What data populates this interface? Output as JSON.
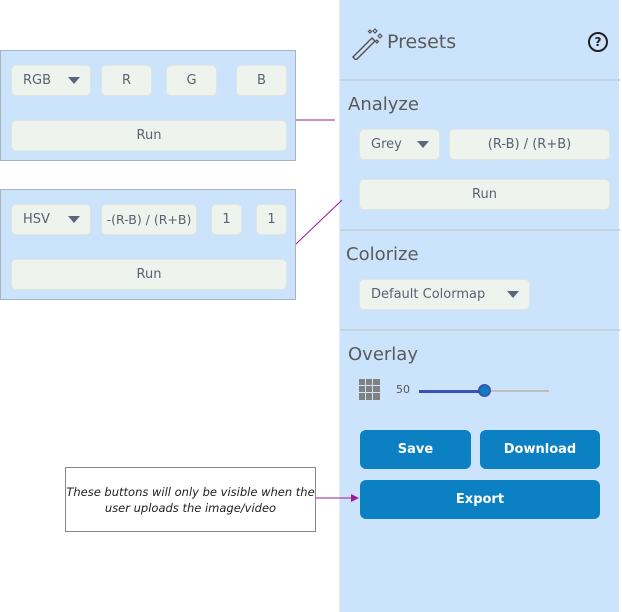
{
  "presets": {
    "title": "Presets",
    "help_icon": "question-circle-icon",
    "wand_icon": "magic-wand-icon"
  },
  "analyze": {
    "title": "Analyze",
    "mode": "Grey",
    "formula": "(R-B) / (R+B)",
    "run": "Run"
  },
  "colorize": {
    "title": "Colorize",
    "colormap": "Default Colormap"
  },
  "overlay": {
    "title": "Overlay",
    "value": "50",
    "slider_percent": 50,
    "grid_icon": "grid-icon"
  },
  "actions": {
    "save": "Save",
    "download": "Download",
    "export": "Export"
  },
  "callout_rgb": {
    "mode": "RGB",
    "c1": "R",
    "c2": "G",
    "c3": "B",
    "run": "Run"
  },
  "callout_hsv": {
    "mode": "HSV",
    "formula": "-(R-B) / (R+B)",
    "c1": "1",
    "c2": "1",
    "run": "Run"
  },
  "note": {
    "text": "These buttons will only be visible when the user uploads the image/video"
  },
  "colors": {
    "panel": "#cce4fb",
    "button": "#0b80c2",
    "connector": "#9b1b9b",
    "slider": "#3f51b5"
  }
}
